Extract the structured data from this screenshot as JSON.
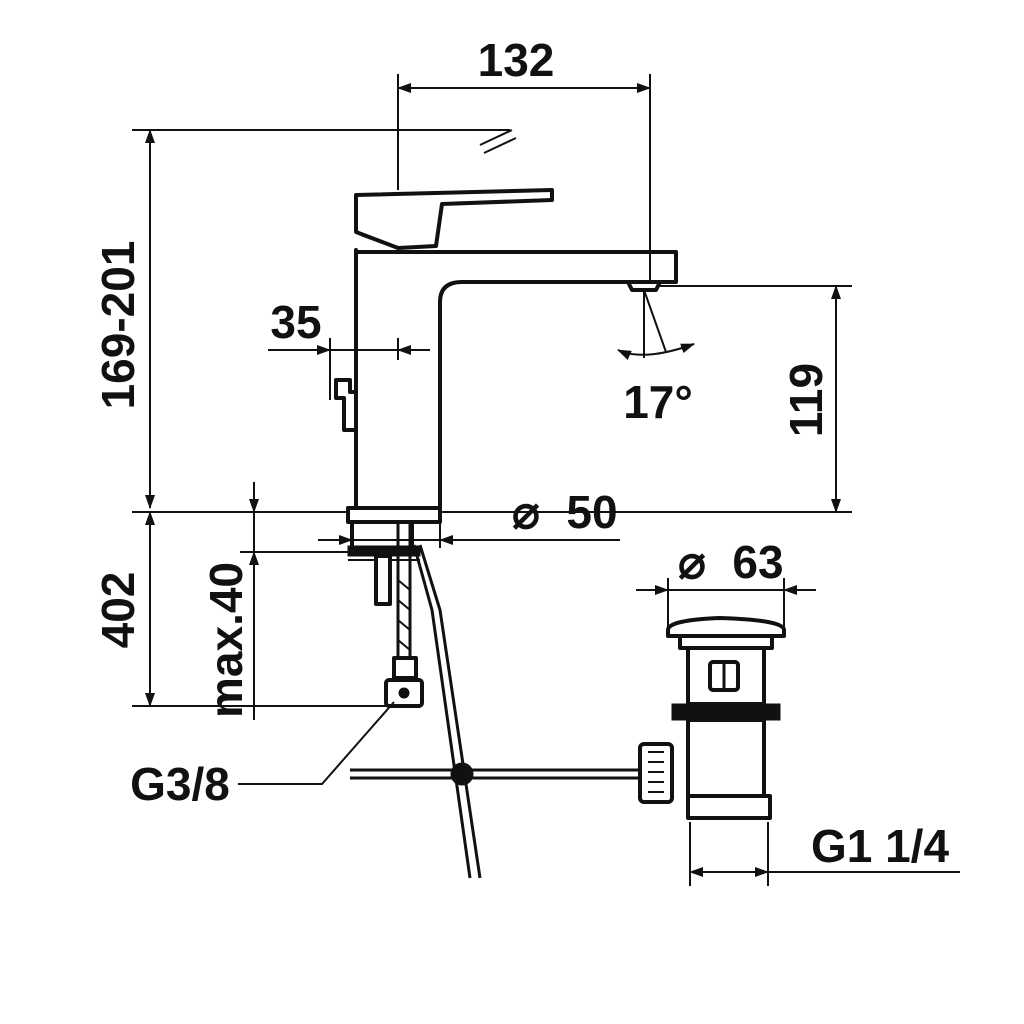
{
  "dimensions": {
    "spout_reach": "132",
    "total_height": "169-201",
    "lever_offset": "35",
    "spout_height": "119",
    "spray_angle": "17°",
    "base_diameter": "50",
    "hose_length": "402",
    "max_thickness": "max.40",
    "drain_diameter": "63",
    "hose_thread": "G3/8",
    "drain_thread": "G1 1/4"
  },
  "symbols": {
    "diameter": "⌀"
  },
  "colors": {
    "line": "#111111",
    "background": "#ffffff"
  }
}
